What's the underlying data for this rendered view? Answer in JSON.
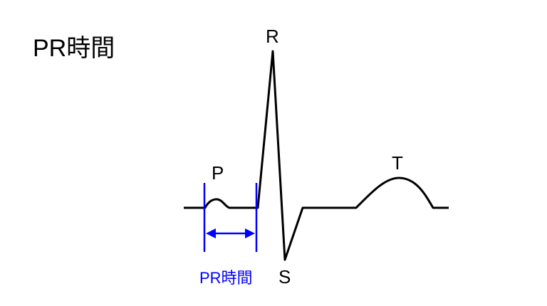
{
  "title": "PR時間",
  "labels": {
    "p": "P",
    "r": "R",
    "s": "S",
    "t": "T",
    "interval": "PR時間"
  },
  "colors": {
    "wave": "#000000",
    "interval": "#0000ff"
  }
}
